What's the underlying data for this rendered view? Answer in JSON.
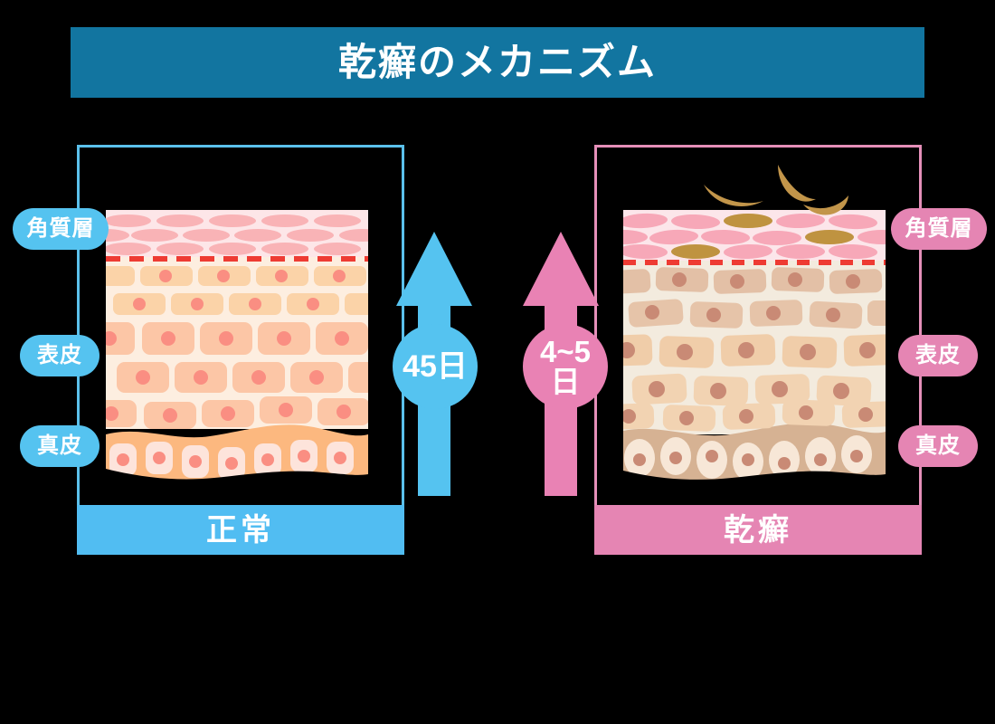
{
  "title": {
    "text": "乾癬のメカニズム",
    "banner_color": "#1275a0",
    "text_color": "#ffffff"
  },
  "panels": {
    "normal": {
      "caption": "正常",
      "accent_color": "#51bdf2",
      "frame_color": "#5bc0eb",
      "turnover_days": "45日",
      "turnover_badge_color": "#55c3f0",
      "arrow_color": "#55c3f0",
      "layers": [
        {
          "name": "stratum-corneum",
          "label": "角質層",
          "fill": "#fde6e8",
          "cell_fill": "#f9b3b6"
        },
        {
          "name": "epidermis",
          "label": "表皮",
          "fill": "#fdeee0",
          "cell_fill": "#fbd3a8",
          "nucleus_fill": "#fa8e82"
        },
        {
          "name": "dermis",
          "label": "真皮",
          "fill": "#fcb87f",
          "cell_fill": "#fde4db",
          "nucleus_fill": "#fa8e82"
        }
      ],
      "boundary_dash_color": "#ee3b33",
      "scale_flakes": 0
    },
    "psoriasis": {
      "caption": "乾癬",
      "accent_color": "#e585b3",
      "frame_color": "#e58fb9",
      "turnover_days": "4~5日",
      "turnover_badge_color": "#e982b4",
      "arrow_color": "#e982b4",
      "layers": [
        {
          "name": "stratum-corneum",
          "label": "角質層",
          "fill": "#fce6ea",
          "cell_fill": "#f7a8b8"
        },
        {
          "name": "epidermis",
          "label": "表皮",
          "fill": "#f3ebde",
          "cell_fill": "#ecc6a4",
          "nucleus_fill": "#c98a75"
        },
        {
          "name": "dermis",
          "label": "真皮",
          "fill": "#d6b293",
          "cell_fill": "#f7e7d7",
          "nucleus_fill": "#c98a75"
        }
      ],
      "boundary_dash_color": "#ee3b33",
      "scale_flakes": 3,
      "scale_flake_color": "#c2954a"
    }
  },
  "side_labels": {
    "left": [
      {
        "label": "角質層",
        "color": "#55c3f0"
      },
      {
        "label": "表皮",
        "color": "#55c3f0"
      },
      {
        "label": "真皮",
        "color": "#55c3f0"
      }
    ],
    "right": [
      {
        "label": "角質層",
        "color": "#e585b3"
      },
      {
        "label": "表皮",
        "color": "#e585b3"
      },
      {
        "label": "真皮",
        "color": "#e585b3"
      }
    ]
  },
  "background_color": "#000000"
}
